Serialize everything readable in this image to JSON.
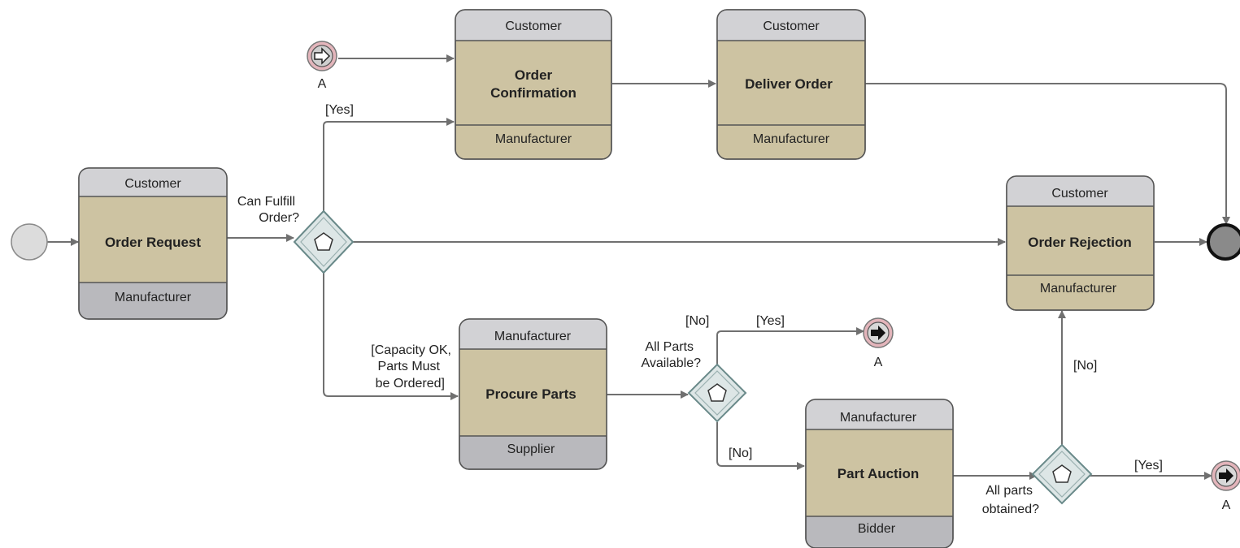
{
  "colors": {
    "task_fill": "#cdc3a2",
    "task_header_fill": "#d2d2d5",
    "task_footer_gray_fill": "#b9b9bd",
    "task_border": "#555555",
    "start_fill": "#dcdcdc",
    "end_fill": "#8a8a8a",
    "link_fill": "#e3b5bb",
    "gateway_fill": "#dde6e6",
    "edge": "#707070"
  },
  "tasks": {
    "order_request": {
      "header": "Customer",
      "title": "Order Request",
      "footer": "Manufacturer"
    },
    "order_confirmation": {
      "header": "Customer",
      "title_line1": "Order",
      "title_line2": "Confirmation",
      "footer": "Manufacturer"
    },
    "deliver_order": {
      "header": "Customer",
      "title": "Deliver Order",
      "footer": "Manufacturer"
    },
    "order_rejection": {
      "header": "Customer",
      "title": "Order Rejection",
      "footer": "Manufacturer"
    },
    "procure_parts": {
      "header": "Manufacturer",
      "title": "Procure Parts",
      "footer": "Supplier"
    },
    "part_auction": {
      "header": "Manufacturer",
      "title": "Part Auction",
      "footer": "Bidder"
    }
  },
  "gateways": {
    "can_fulfill": {
      "line1": "Can Fulfill",
      "line2": "Order?"
    },
    "all_parts_available": {
      "line1": "All Parts",
      "line2": "Available?"
    },
    "all_parts_obtained": {
      "line1": "All parts",
      "line2": "obtained?"
    }
  },
  "link_events": {
    "incoming": "A",
    "outgoing_top": "A",
    "outgoing_bottom": "A"
  },
  "edge_labels": {
    "yes_top": "[Yes]",
    "capacity_line1": "[Capacity OK,",
    "capacity_line2": "Parts Must",
    "capacity_line3": "be Ordered]",
    "no_upper": "[No]",
    "yes_parts": "[Yes]",
    "no_lower": "[No]",
    "no_vertical": "[No]",
    "yes_right": "[Yes]"
  }
}
